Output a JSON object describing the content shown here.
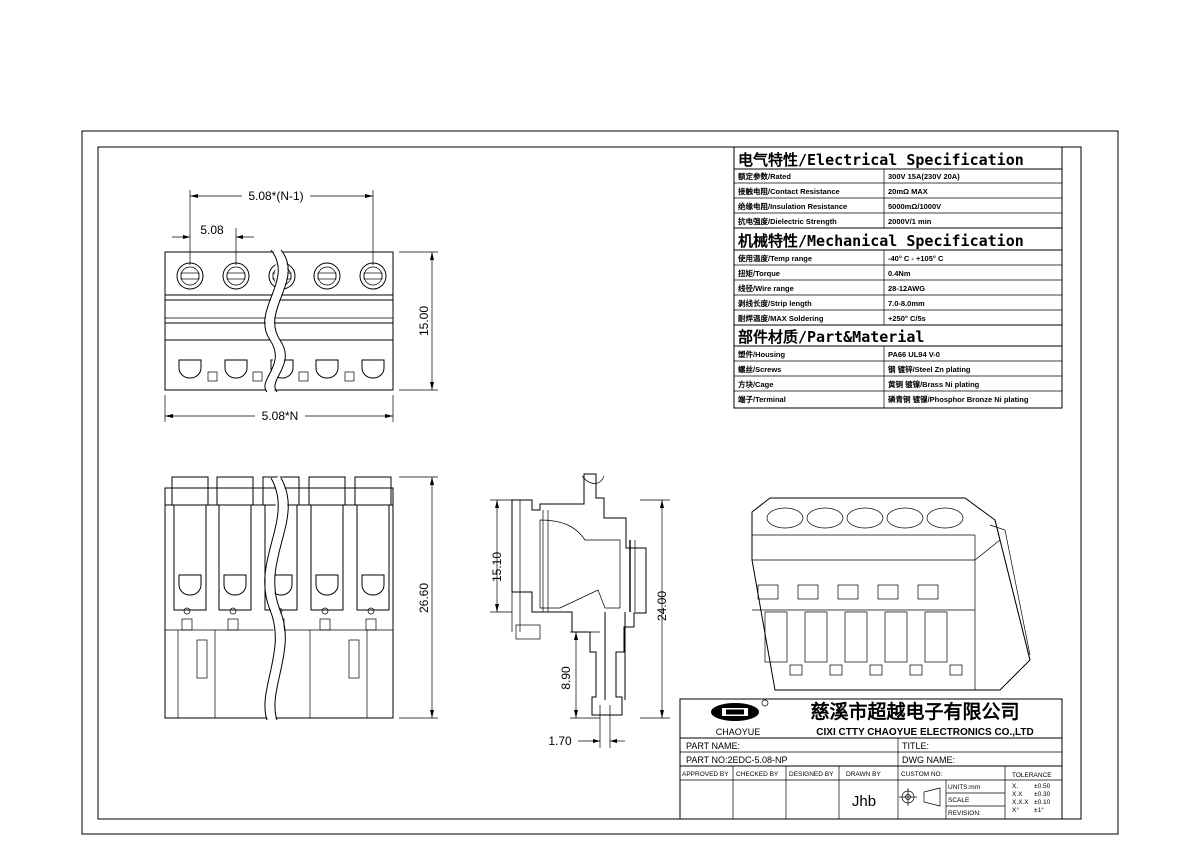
{
  "dimensions": {
    "pitch_n_minus_1": "5.08*(N-1)",
    "pitch": "5.08",
    "height_top": "15.00",
    "width_total": "5.08*N",
    "height_front": "26.60",
    "side_upper": "15.10",
    "side_total": "24.00",
    "side_pin": "8.90",
    "pin_width": "1.70"
  },
  "spec_table": {
    "sections": [
      {
        "title": "电气特性/Electrical Specification",
        "rows": [
          {
            "label": "额定参数/Rated",
            "value": "300V  15A(230V  20A)"
          },
          {
            "label": "接触电阻/Contact Resistance",
            "value": "20mΩ MAX"
          },
          {
            "label": "绝缘电阻/Insulation Resistance",
            "value": "5000mΩ/1000V"
          },
          {
            "label": "抗电强度/Dielectric Strength",
            "value": "2000V/1 min"
          }
        ]
      },
      {
        "title": "机械特性/Mechanical Specification",
        "rows": [
          {
            "label": "使用温度/Temp range",
            "value": "-40° C - +105° C"
          },
          {
            "label": "扭矩/Torque",
            "value": "0.4Nm"
          },
          {
            "label": "线径/Wire range",
            "value": "28-12AWG"
          },
          {
            "label": "剥线长度/Strip length",
            "value": "7.0-8.0mm"
          },
          {
            "label": "耐焊温度/MAX Soldering",
            "value": "+250° C/5s"
          }
        ]
      },
      {
        "title": "部件材质/Part&Material",
        "rows": [
          {
            "label": "塑件/Housing",
            "value": "PA66 UL94 V-0"
          },
          {
            "label": "螺丝/Screws",
            "value": "钢 镀锌/Steel Zn plating"
          },
          {
            "label": "方块/Cage",
            "value": "黄铜 镀镍/Brass Ni plating"
          },
          {
            "label": "端子/Terminal",
            "value": "磷青铜 镀镍/Phosphor Bronze Ni plating"
          }
        ]
      }
    ]
  },
  "title_block": {
    "logo_text": "CHAOYUE",
    "company_cn": "慈溪市超越电子有限公司",
    "company_en": "CIXI CTTY CHAOYUE ELECTRONICS CO.,LTD",
    "part_name_label": "PART NAME:",
    "part_no_label": "PART NO:2EDC-5.08-NP",
    "title_label": "TITLE:",
    "dwg_name_label": "DWG NAME:",
    "approved_by": "APPROVED BY",
    "checked_by": "CHECKED BY",
    "designed_by": "DESIGNED BY",
    "drawn_by": "DRAWN BY",
    "drawn_by_value": "Jhb",
    "custom_no": "CUSTOM NO:",
    "units": "UNITS:mm",
    "scale": "SCALE",
    "revision": "REVISION:",
    "tolerance_title": "TOLERANCE",
    "tolerances": [
      {
        "k": "X.",
        "v": "±0.50"
      },
      {
        "k": "X.X",
        "v": "±0.30"
      },
      {
        "k": "X.X.X",
        "v": "±0.10"
      },
      {
        "k": "X°",
        "v": "±1°"
      }
    ]
  }
}
